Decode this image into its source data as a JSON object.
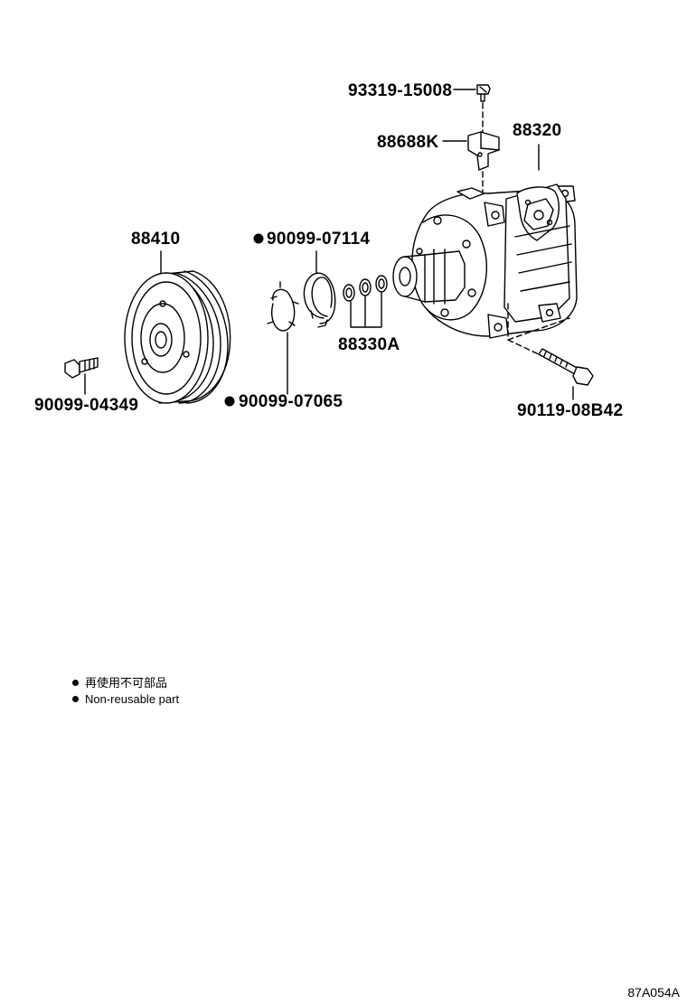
{
  "diagram": {
    "parts": {
      "screw": "93319-15008",
      "bracket": "88688K",
      "compressor": "88320",
      "pulley": "88410",
      "snap_ring_outer": "90099-07114",
      "shims": "88330A",
      "bolt_left": "90099-04349",
      "snap_ring_inner": "90099-07065",
      "bolt_right": "90119-08B42"
    },
    "legend": {
      "japanese": "再使用不可部品",
      "english": "Non-reusable part"
    },
    "diagram_code": "87A054A"
  }
}
